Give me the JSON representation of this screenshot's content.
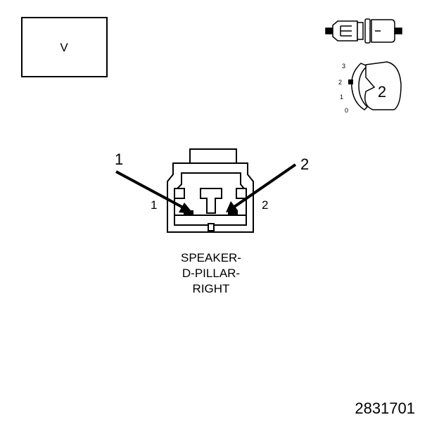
{
  "view_box": {
    "letter": "V"
  },
  "key_icon": {
    "position_labels": [
      "3",
      "2",
      "1",
      "0"
    ],
    "number": "2"
  },
  "connector": {
    "callouts": [
      {
        "number": "1",
        "pin_label": "1"
      },
      {
        "number": "2",
        "pin_label": "2"
      }
    ],
    "caption_lines": [
      "SPEAKER-",
      "D-PILLAR-",
      "RIGHT"
    ]
  },
  "figure_number": "2831701"
}
